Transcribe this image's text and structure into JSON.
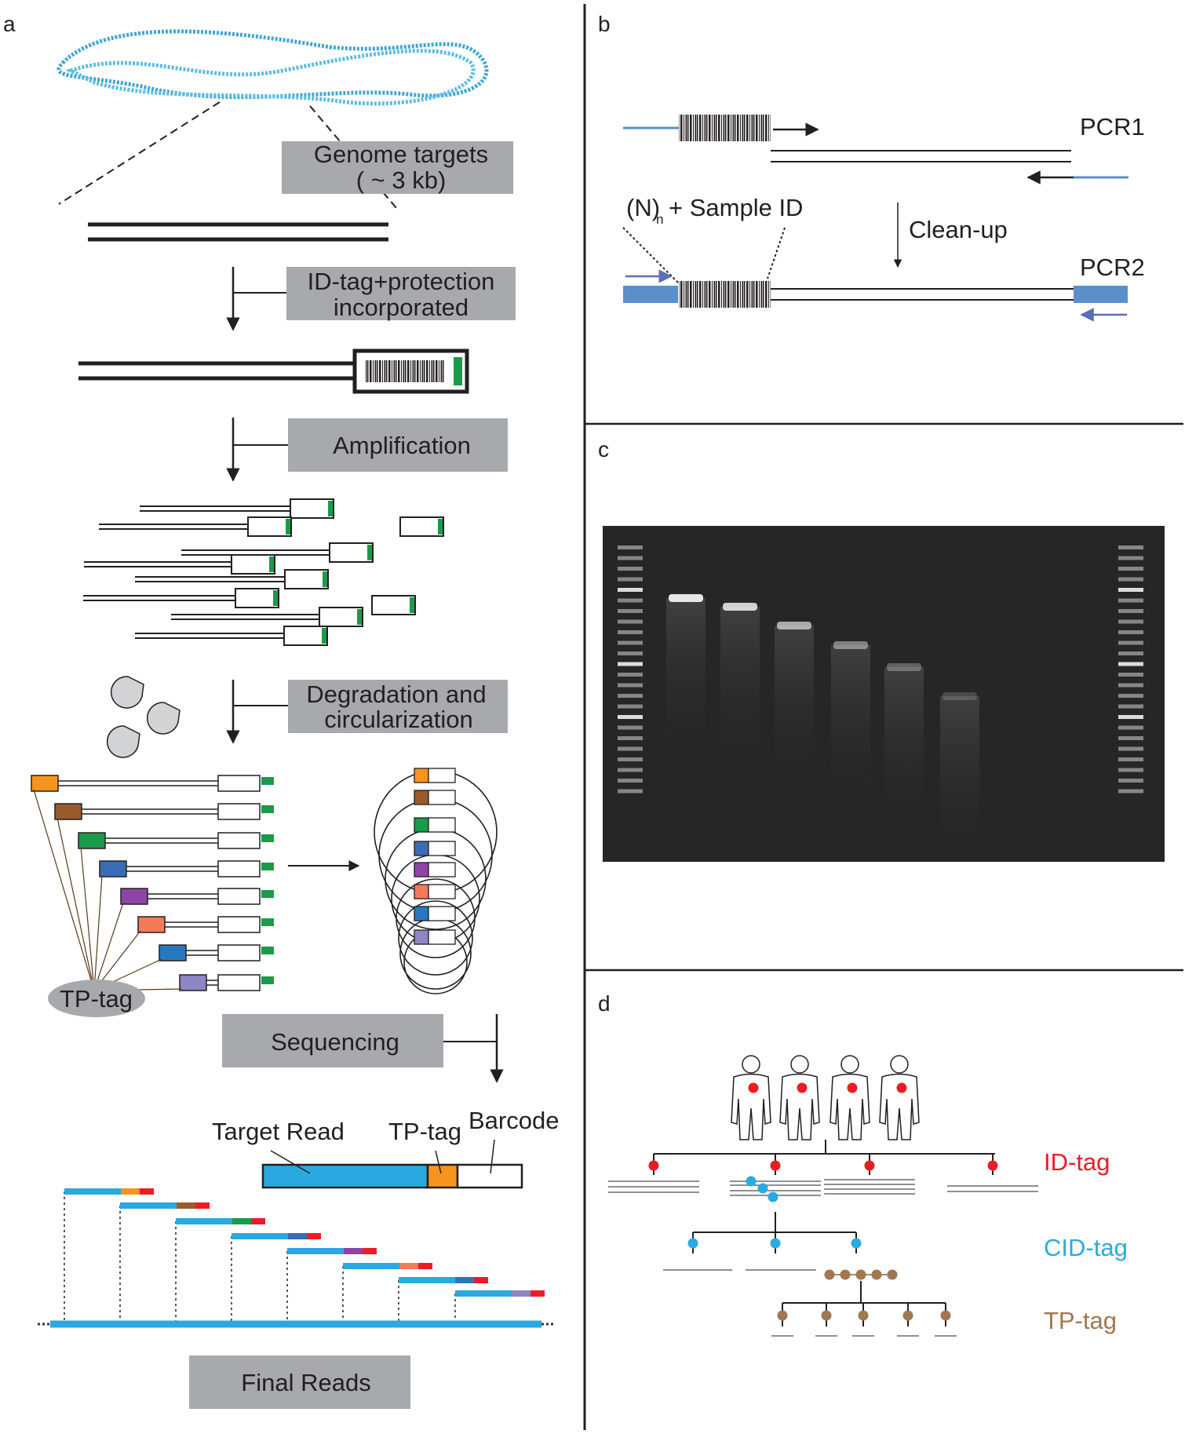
{
  "panels": {
    "a": {
      "letter": "a",
      "genome_box": {
        "line1": "Genome targets",
        "line2": "( ~ 3 kb)"
      },
      "step_idtag": {
        "line1": "ID-tag+protection",
        "line2": "incorporated"
      },
      "step_amplification": "Amplification",
      "step_degradation": {
        "line1": "Degradation and",
        "line2": "circularization"
      },
      "tp_tag_oval": "TP-tag",
      "step_sequencing": "Sequencing",
      "read_labels": {
        "target_read": "Target Read",
        "tp_tag": "TP-tag",
        "barcode": "Barcode"
      },
      "final_reads": "Final Reads"
    },
    "b": {
      "letter": "b",
      "pcr1": "PCR1",
      "pcr2": "PCR2",
      "cleanup": "Clean-up",
      "sample_id": {
        "n": "(N)",
        "subscript": "n",
        "rest": "+ Sample ID"
      }
    },
    "c": {
      "letter": "c"
    },
    "d": {
      "letter": "d",
      "id_tag": "ID-tag",
      "cid_tag": "CID-tag",
      "tp_tag": "TP-tag"
    }
  },
  "colors": {
    "blue_line": "#5b8fcb",
    "green_tag": "#1a9b49",
    "orange_tag": "#f7941d",
    "read_blue": "#29a9e0",
    "red": "#ed1c24",
    "cyan": "#29abe2",
    "brown": "#a07850",
    "gray_box": "#a7a9ac",
    "tp_tags": [
      "#f7941d",
      "#9a5b2a",
      "#1a9b49",
      "#3a6cb5",
      "#8e44a4",
      "#f47a5b",
      "#2878c0",
      "#8c86c4"
    ]
  }
}
